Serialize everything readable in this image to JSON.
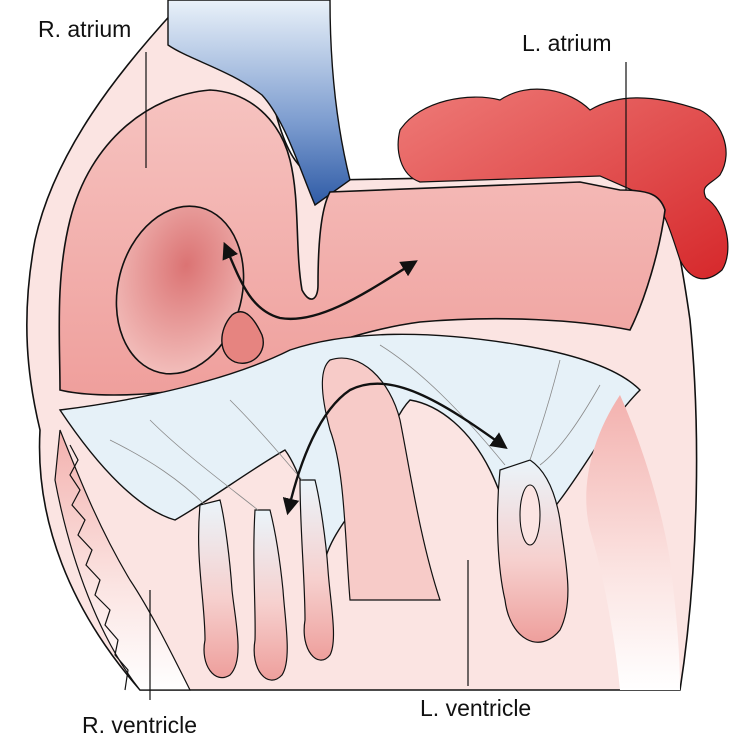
{
  "labels": {
    "right_atrium": "R. atrium",
    "left_atrium": "L. atrium",
    "right_ventricle": "R. ventricle",
    "left_ventricle": "L. ventricle"
  },
  "colors": {
    "chamber_pink": "#f4b6b4",
    "wall_pale": "#fbe6e4",
    "valve_blue": "#e3f0f8",
    "vein_blue": "#3a66ad",
    "pulmonary_red": "#dc3b3b",
    "outline": "#111111"
  }
}
